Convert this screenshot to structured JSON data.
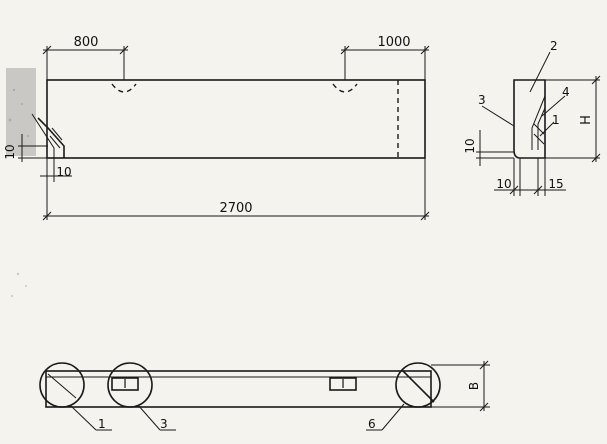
{
  "dimensions": {
    "top_left": "800",
    "top_right": "1000",
    "overall": "2700",
    "left_detail_height": "10",
    "left_detail_width": "10",
    "section_height": "H",
    "section_bottom": "10",
    "section_bottom_left": "10",
    "section_bottom_right": "15",
    "plan_width": "B"
  },
  "callouts": {
    "section_c2": "2",
    "section_c3": "3",
    "section_c4": "4",
    "section_c1": "1",
    "plan_c1": "1",
    "plan_c3": "3",
    "plan_c6": "6"
  },
  "embedded_plates": {
    "left_mark": "I",
    "right_mark": "I"
  }
}
